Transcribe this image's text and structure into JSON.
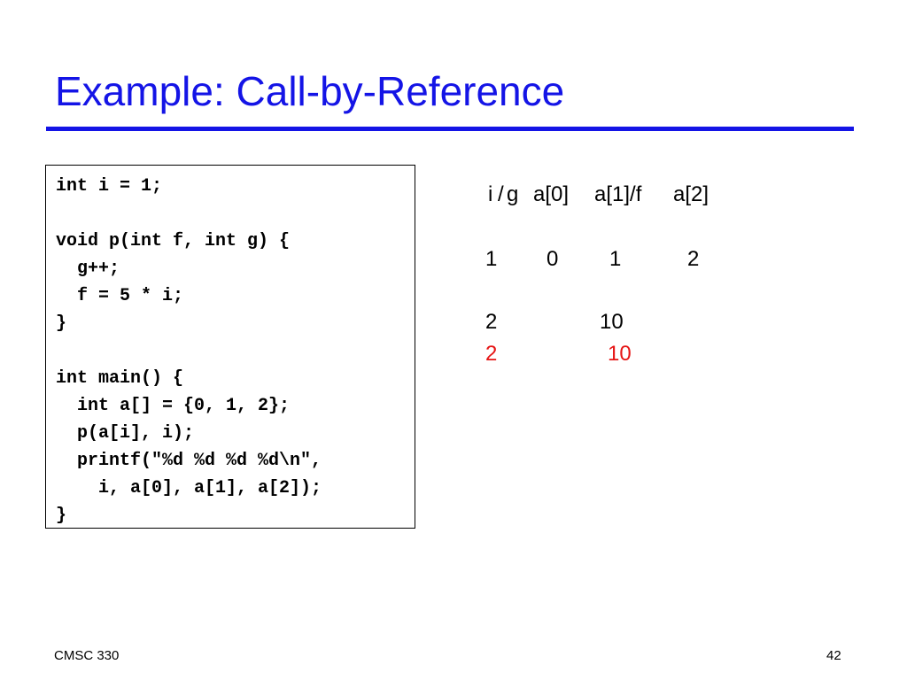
{
  "slide": {
    "title": "Example:  Call-by-Reference",
    "code_lines": [
      "int i = 1;",
      "",
      "void p(int f, int g) {",
      "  g++;",
      "  f = 5 * i;",
      "}",
      "",
      "int main() {",
      "  int a[] = {0, 1, 2};",
      "  p(a[i], i);",
      "  printf(\"%d %d %d %d\\n\",",
      "    i, a[0], a[1], a[2]);",
      "}"
    ],
    "table": {
      "headers": [
        "i",
        "/",
        "g",
        "a[0]",
        "a[1]/f",
        "a[2]"
      ],
      "row1": [
        "1",
        "0",
        "1",
        "2"
      ],
      "row2": [
        "2",
        "10"
      ],
      "row3": [
        "2",
        "10"
      ]
    },
    "footer": {
      "left": "CMSC 330",
      "right": "42"
    },
    "colors": {
      "title": "#1414e6",
      "highlight": "#e61414"
    }
  }
}
